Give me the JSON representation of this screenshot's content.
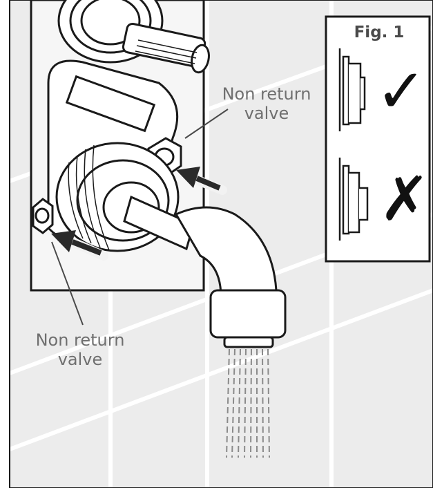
{
  "labels": {
    "top_line1": "Non return",
    "top_line2": "valve",
    "bottom_line1": "Non return",
    "bottom_line2": "valve"
  },
  "figure_inset": {
    "title": "Fig. 1",
    "correct_mark": "✓",
    "incorrect_mark": "✗"
  },
  "colors": {
    "tile": "#ececec",
    "grout": "#ffffff",
    "outline": "#1a1a1a",
    "label_text": "#6f6f6f",
    "arrow": "#2a2a2a"
  }
}
